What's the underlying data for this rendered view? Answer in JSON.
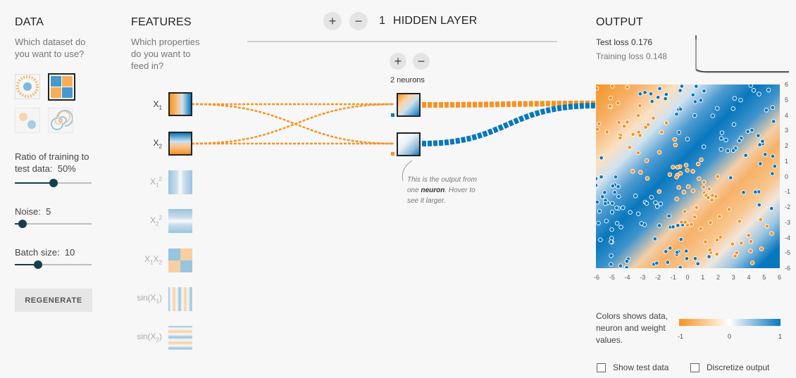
{
  "data_section": {
    "title": "DATA",
    "question": "Which dataset do you want to use?",
    "datasets": [
      {
        "name": "circle",
        "selected": false
      },
      {
        "name": "xor",
        "selected": true
      },
      {
        "name": "gaussian",
        "selected": false
      },
      {
        "name": "spiral",
        "selected": false
      }
    ],
    "ratio_label": "Ratio of training to test data:",
    "ratio_value": "50%",
    "ratio_level": 0.5,
    "noise_label": "Noise:",
    "noise_value": "5",
    "noise_level": 0.1,
    "batch_label": "Batch size:",
    "batch_value": "10",
    "batch_level": 0.3,
    "regenerate_label": "REGENERATE"
  },
  "features_section": {
    "title": "FEATURES",
    "question": "Which properties do you want to feed in?",
    "features": [
      {
        "label": "X1",
        "active": true
      },
      {
        "label": "X2",
        "active": true
      },
      {
        "label": "X1²",
        "active": false
      },
      {
        "label": "X2²",
        "active": false
      },
      {
        "label": "X1X2",
        "active": false
      },
      {
        "label": "sin(X1)",
        "active": false
      },
      {
        "label": "sin(X2)",
        "active": false
      }
    ]
  },
  "hidden_layers": {
    "add_icon": "plus-icon",
    "remove_icon": "minus-icon",
    "count": "1",
    "title": "HIDDEN LAYER",
    "neurons_label": "2 neurons",
    "tooltip": "This is the output from one",
    "tooltip_bold": "neuron",
    "tooltip_rest": ". Hover to see it larger."
  },
  "output_section": {
    "title": "OUTPUT",
    "test_loss_label": "Test loss",
    "test_loss_value": "0.176",
    "training_loss_label": "Training loss",
    "training_loss_value": "0.148",
    "legend_text": "Colors shows data, neuron and weight values.",
    "legend_ticks": [
      "-1",
      "0",
      "1"
    ],
    "axis_ticks": [
      "-6",
      "-5",
      "-4",
      "-3",
      "-2",
      "-1",
      "0",
      "1",
      "2",
      "3",
      "4",
      "5",
      "6"
    ],
    "show_test_label": "Show test data",
    "discretize_label": "Discretize output",
    "show_test_checked": false,
    "discretize_checked": false
  },
  "colors": {
    "orange": "#f59322",
    "blue": "#0877bd",
    "dark": "#183d4e"
  }
}
